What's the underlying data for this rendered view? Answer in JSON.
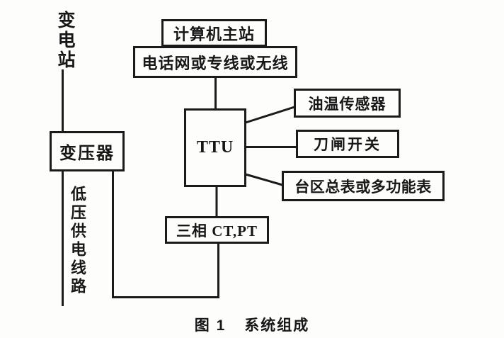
{
  "diagram": {
    "figure_type": "block-diagram",
    "nodes": {
      "substation": {
        "label": "变电站"
      },
      "transformer": {
        "label": "变压器"
      },
      "lv_supply_line": {
        "label": "低压供电线路"
      },
      "computer_master_station": {
        "label": "计算机主站"
      },
      "comm_network": {
        "label": "电话网或专线或无线"
      },
      "ttu": {
        "label": "TTU"
      },
      "oil_temp_sensor": {
        "label": "油温传感器"
      },
      "knife_switch": {
        "label": "刀闸开关"
      },
      "area_meter": {
        "label": "台区总表或多功能表"
      },
      "ct_pt": {
        "label": "三相 CT,PT"
      }
    },
    "edges": [
      {
        "from": "substation",
        "to": "transformer"
      },
      {
        "from": "transformer",
        "to": "lv_supply_line"
      },
      {
        "from": "transformer",
        "to": "ct_pt"
      },
      {
        "from": "computer_master_station",
        "to": "comm_network"
      },
      {
        "from": "comm_network",
        "to": "ttu"
      },
      {
        "from": "ttu",
        "to": "oil_temp_sensor"
      },
      {
        "from": "ttu",
        "to": "knife_switch"
      },
      {
        "from": "ttu",
        "to": "area_meter"
      },
      {
        "from": "ttu",
        "to": "ct_pt"
      }
    ],
    "caption": {
      "figure": "图 1",
      "title": "系统组成"
    },
    "colors": {
      "ink": "#1b1b1b",
      "paper": "#fdfdfb"
    }
  }
}
